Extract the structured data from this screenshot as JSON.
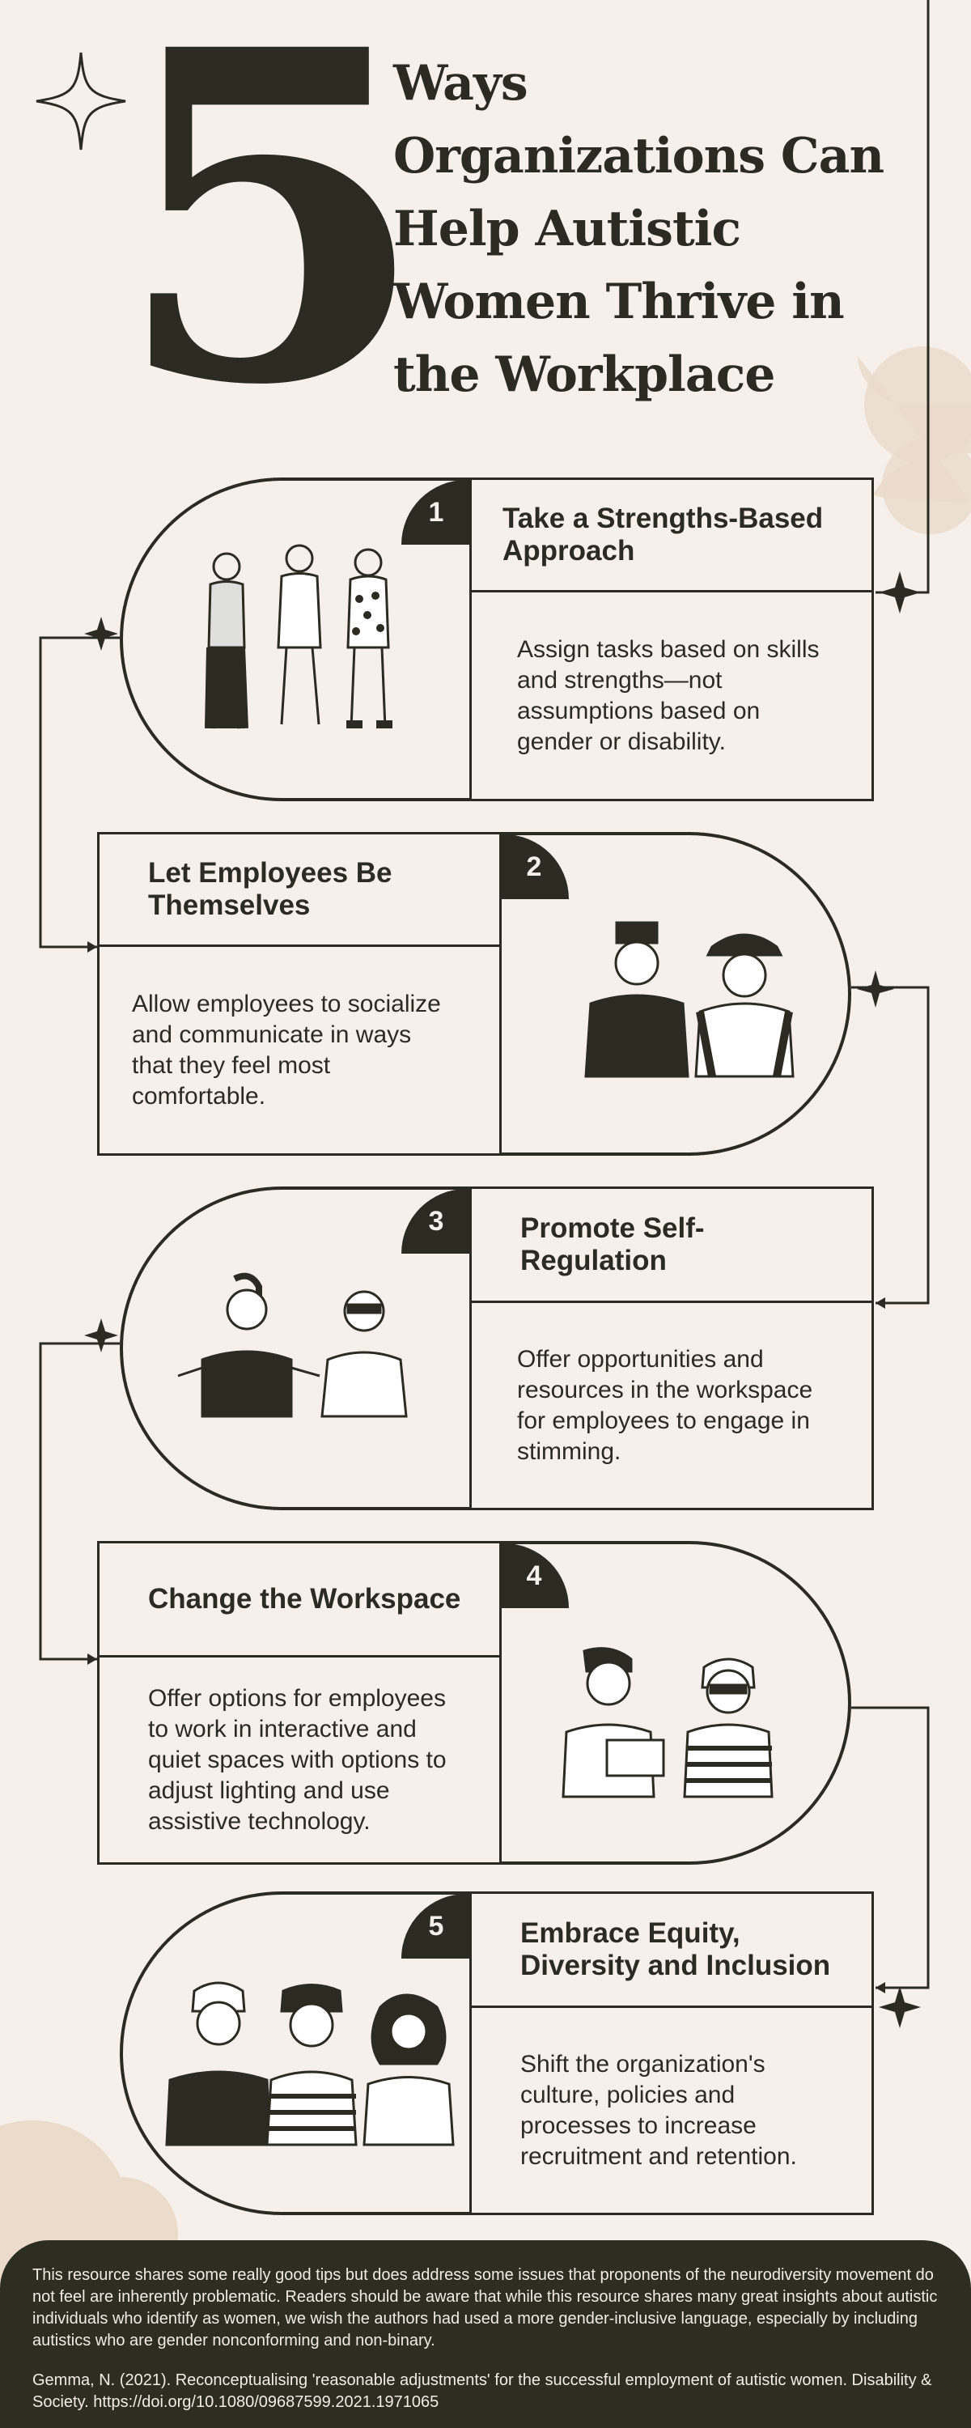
{
  "header": {
    "number": "5",
    "title_lines": [
      "Ways",
      "Organizations Can",
      "Help Autistic",
      "Women Thrive in",
      "the Workplace"
    ]
  },
  "steps": [
    {
      "number": "1",
      "heading": "Take a Strengths-Based Approach",
      "body": "Assign tasks based on skills and strengths—not assumptions based on gender or disability."
    },
    {
      "number": "2",
      "heading": "Let Employees Be Themselves",
      "body": "Allow employees to socialize and communicate in ways that they feel most comfortable."
    },
    {
      "number": "3",
      "heading": "Promote Self-Regulation",
      "body": "Offer opportunities and resources in the workspace for employees to engage in stimming."
    },
    {
      "number": "4",
      "heading": "Change the Workspace",
      "body": "Offer options for employees to work in interactive and quiet spaces with options to adjust lighting and use assistive technology."
    },
    {
      "number": "5",
      "heading": "Embrace Equity, Diversity and Inclusion",
      "body": "Shift the organization's culture, policies and processes to increase recruitment and retention."
    }
  ],
  "footer": {
    "note": "This resource shares some really good tips but does address some issues that proponents of the neurodiversity movement do not feel are inherently problematic. Readers should be aware that while this resource shares many great insights about autistic individuals who identify as women, we wish the authors had used a more gender-inclusive language, especially by including autistics who are gender nonconforming and non-binary.",
    "citation": "Gemma, N. (2021). Reconceptualising 'reasonable adjustments' for the successful employment of autistic women. Disability & Society. https://doi.org/10.1080/09687599.2021.1971065"
  },
  "colors": {
    "background": "#f7f0ea",
    "ink": "#2b2b22",
    "accent_blob": "#eadbcb",
    "footer_background": "#2d2d22",
    "footer_text": "#f2ece4"
  },
  "icons": [
    "sparkle-icon",
    "connector-sparkle-icon",
    "people-illustration"
  ]
}
